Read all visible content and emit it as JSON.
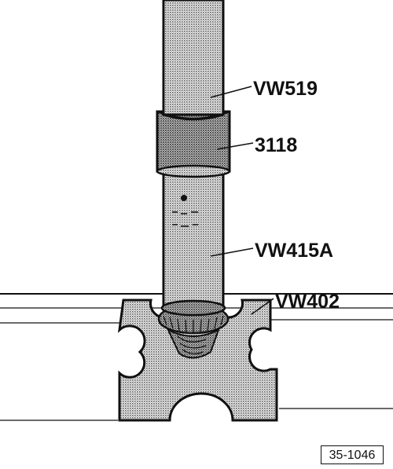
{
  "labels": {
    "vw519": "VW519",
    "t3118": "3118",
    "vw415a": "VW415A",
    "vw402": "VW402"
  },
  "figure_number": "35-1046",
  "colors": {
    "ink": "#111111",
    "tool_shading": "#c8c8c8",
    "background": "#ffffff"
  }
}
